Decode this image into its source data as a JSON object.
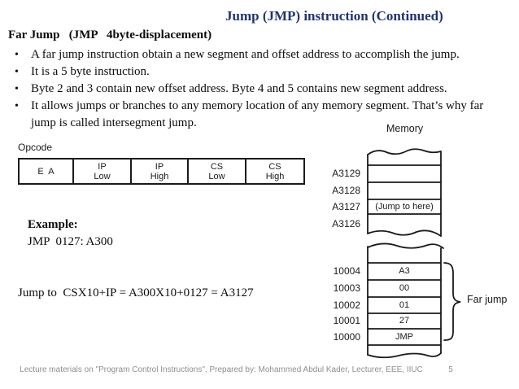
{
  "slide": {
    "title": "Jump (JMP) instruction (Continued)",
    "subtitle": "Far Jump   (JMP   4byte-displacement)",
    "footer": "Lecture materials on \"Program Control Instructions\", Prepared by: Mohammed Abdul Kader, Lecturer, EEE, IIUC",
    "page_number": "5"
  },
  "colors": {
    "title_navy": "#1f3570",
    "body_text": "#0c0c0c",
    "diagram_ink": "#1a1a1a",
    "footer_gray": "#8f8f8f"
  },
  "bullets": [
    "A far jump instruction obtain a new segment and offset address to accomplish the jump.",
    "It is a 5 byte instruction.",
    "Byte 2 and 3 contain new offset address. Byte 4 and 5 contains new segment address.",
    "It allows jumps or branches to any memory location of any memory segment. That’s why far jump is called intersegment jump."
  ],
  "opcode": {
    "label": "Opcode",
    "cells": [
      {
        "line1": "E  A",
        "line2": ""
      },
      {
        "line1": "IP",
        "line2": "Low"
      },
      {
        "line1": "IP",
        "line2": "High"
      },
      {
        "line1": "CS",
        "line2": "Low"
      },
      {
        "line1": "CS",
        "line2": "High"
      }
    ]
  },
  "example": {
    "heading": "Example:",
    "code": "JMP  0127: A300",
    "calculation": "Jump to  CSX10+IP = A300X10+0127 = A3127"
  },
  "memory": {
    "label": "Memory",
    "upper_rows": [
      {
        "addr": "A3129",
        "value": ""
      },
      {
        "addr": "A3128",
        "value": ""
      },
      {
        "addr": "A3127",
        "value": "(Jump to here)"
      },
      {
        "addr": "A3126",
        "value": ""
      }
    ],
    "lower_rows": [
      {
        "addr": "10004",
        "value": "A3"
      },
      {
        "addr": "10003",
        "value": "00"
      },
      {
        "addr": "10002",
        "value": "01"
      },
      {
        "addr": "10001",
        "value": "27"
      },
      {
        "addr": "10000",
        "value": "JMP"
      }
    ],
    "brace_label": "Far jump"
  }
}
